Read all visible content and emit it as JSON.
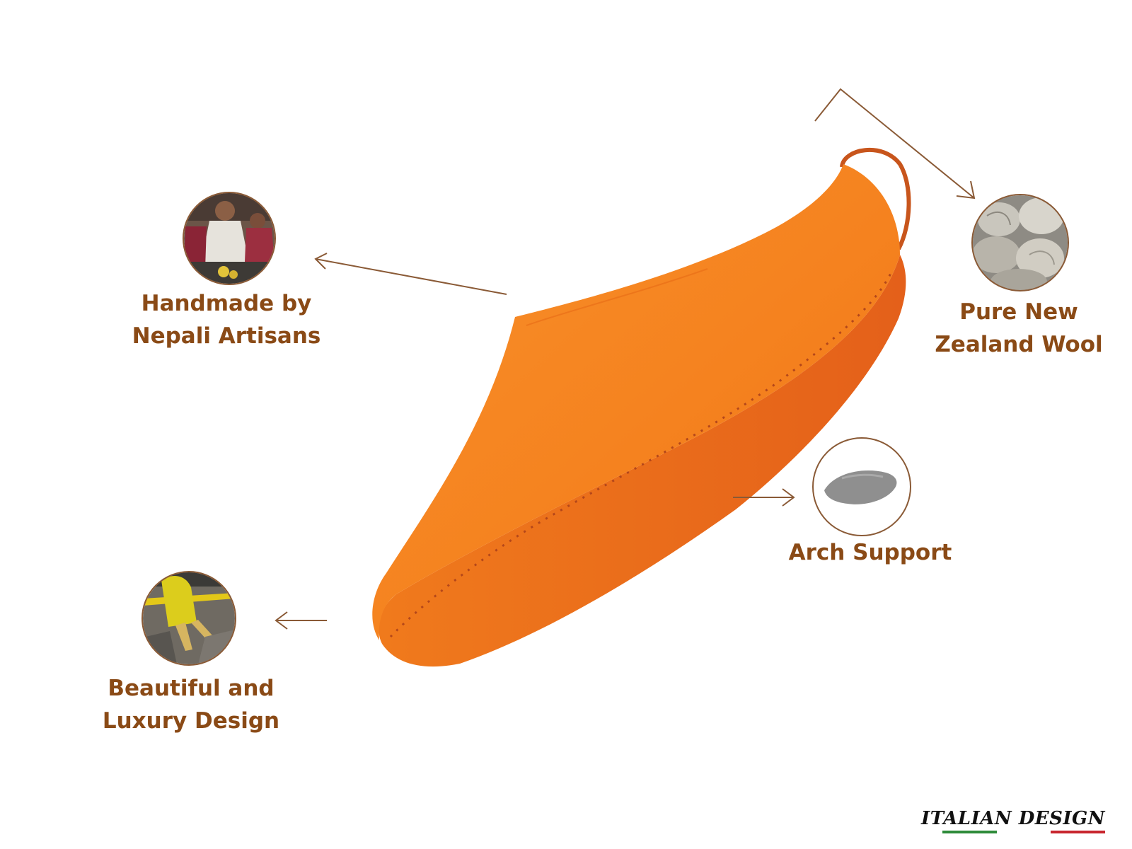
{
  "features": [
    {
      "lines": [
        "Handmade by",
        "Nepali Artisans"
      ],
      "photo": "artisans-photo"
    },
    {
      "lines": [
        "Pure New",
        "Zealand Wool"
      ],
      "photo": "wool-photo"
    },
    {
      "lines": [
        "Arch Support"
      ],
      "photo": "arch-support-insert"
    },
    {
      "lines": [
        "Beautiful and",
        "Luxury Design"
      ],
      "photo": "design-photo"
    }
  ],
  "brand": {
    "text": "ITALIAN DESIGN",
    "flag_colors": [
      "#2e8b3a",
      "#ffffff",
      "#c8262e"
    ]
  },
  "colors": {
    "label": "#8a4a16",
    "slipper_upper": "#f5821f",
    "slipper_sole": "#e8661a",
    "arrow": "#8a5a36",
    "circle_border": "#8a5a36"
  }
}
